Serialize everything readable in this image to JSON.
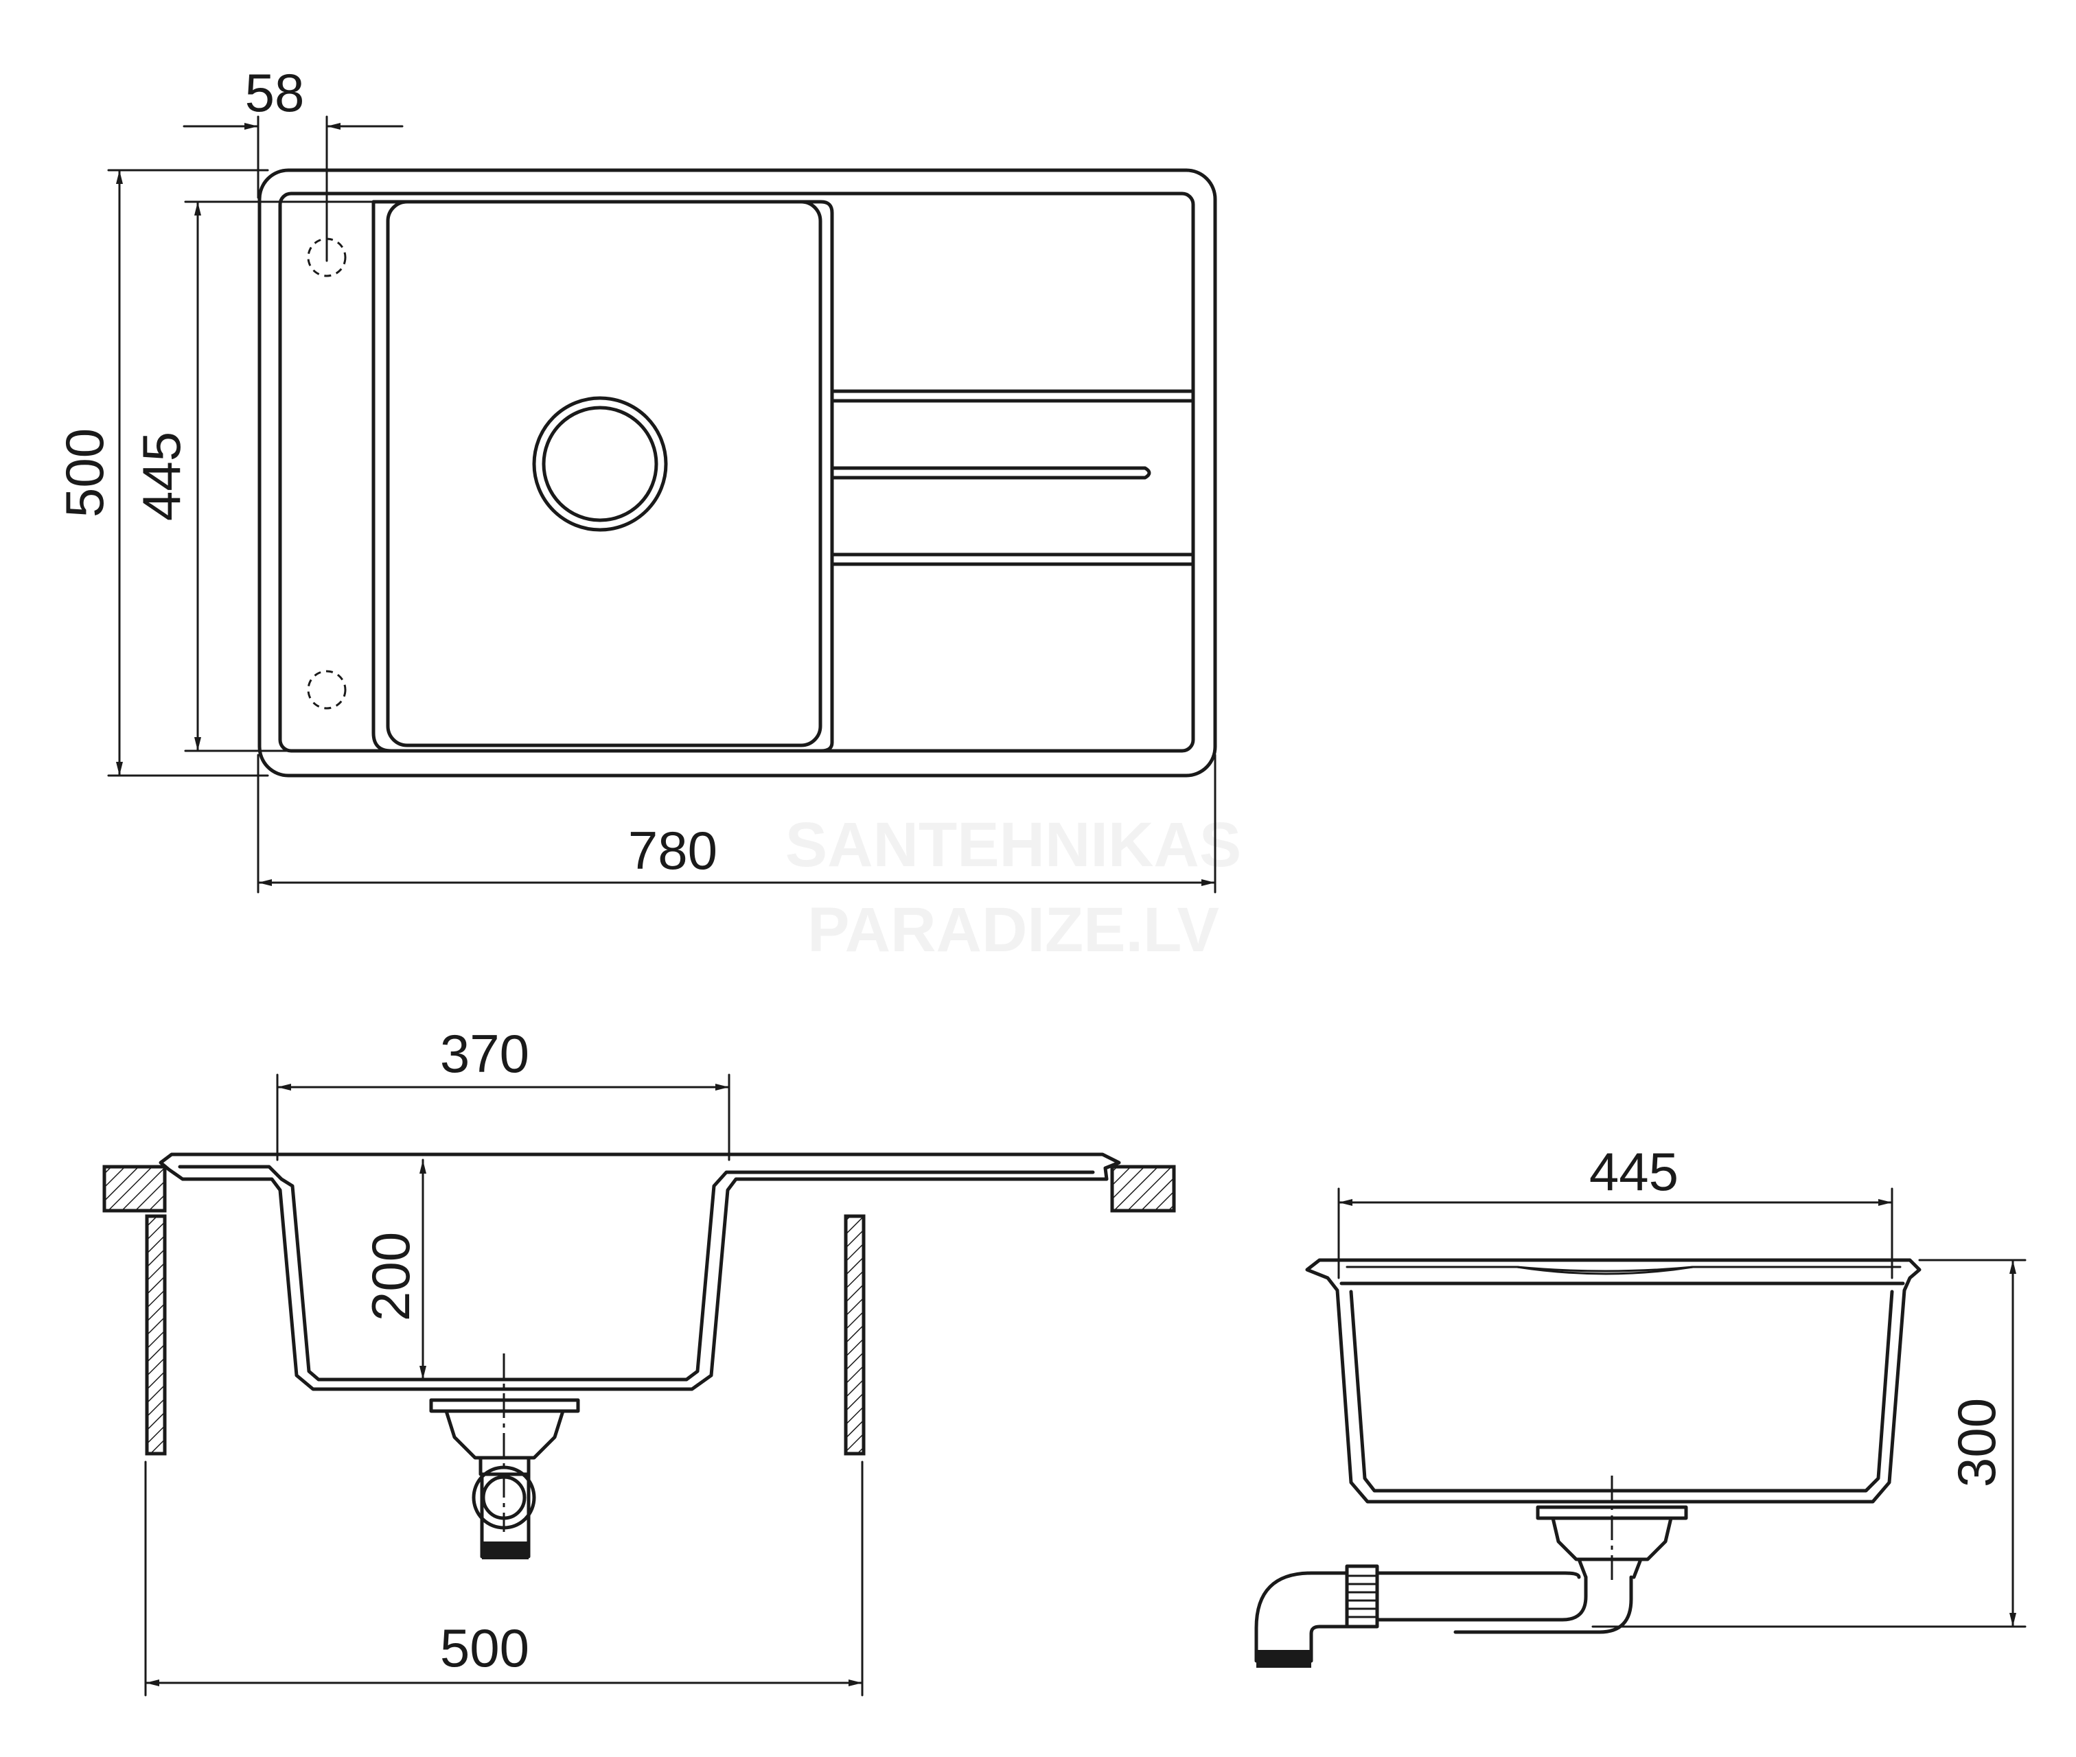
{
  "dimensions": {
    "top_view": {
      "edge_offset": "58",
      "overall_depth": "500",
      "bowl_depth": "445",
      "overall_width": "780"
    },
    "front_section": {
      "bowl_width": "370",
      "bowl_height": "200",
      "cabinet_width": "500"
    },
    "side_section": {
      "bowl_length": "445",
      "total_height": "300"
    }
  },
  "watermark": {
    "line1": "SANTEHNIKAS",
    "line2": "PARADIZE.LV"
  }
}
